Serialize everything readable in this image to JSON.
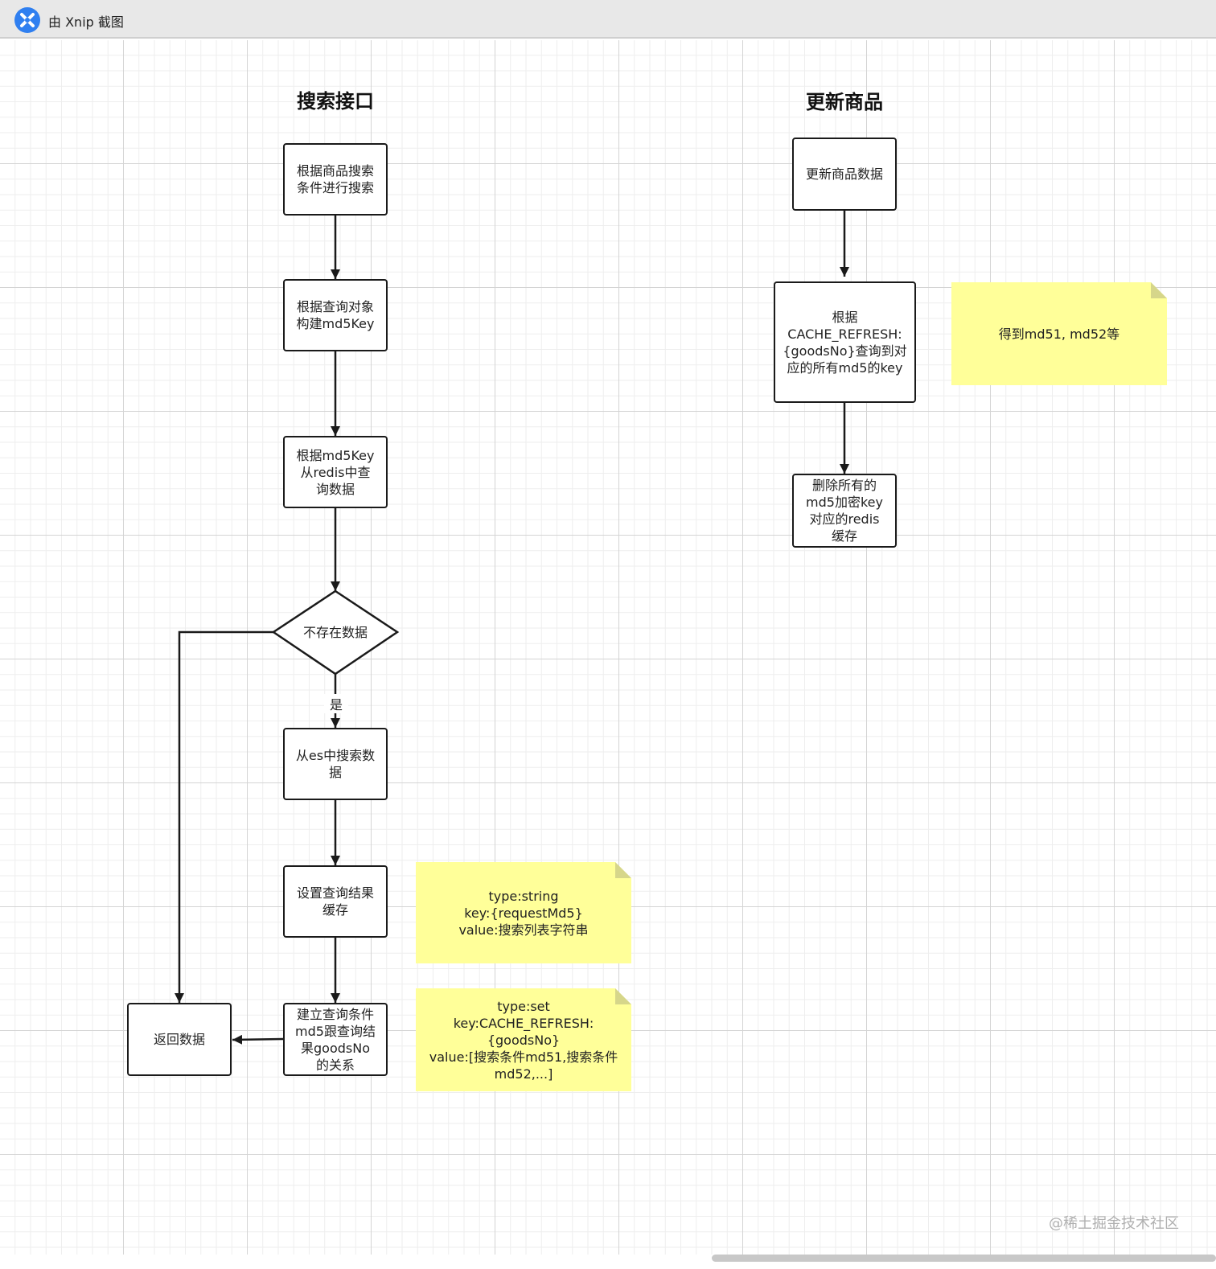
{
  "titlebar": {
    "app_name": "由 Xnip 截图"
  },
  "diagram": {
    "headings": {
      "search_api": "搜索接口",
      "update_goods": "更新商品"
    },
    "search_flow": {
      "step1": "根据商品搜索\n条件进行搜索",
      "step2": "根据查询对象\n构建md5Key",
      "step3": "根据md5Key\n从redis中查\n询数据",
      "decision": "不存在数据",
      "decision_yes": "是",
      "step4": "从es中搜索数\n据",
      "step5": "设置查询结果\n缓存",
      "step6": "建立查询条件\nmd5跟查询结\n果goodsNo\n的关系",
      "return": "返回数据"
    },
    "update_flow": {
      "step1": "更新商品数据",
      "step2": "根据\nCACHE_REFRESH:\n{goodsNo}查询到对\n应的所有md5的key",
      "step3": "删除所有的\nmd5加密key\n对应的redis\n缓存"
    },
    "notes": {
      "md5_list": "得到md51, md52等",
      "string_cache": "type:string\nkey:{requestMd5}\nvalue:搜索列表字符串",
      "set_cache": "type:set\nkey:CACHE_REFRESH:\n{goodsNo}\nvalue:[搜索条件md51,搜索条件\nmd52,...]"
    }
  },
  "watermark": "@稀土掘金技术社区",
  "colors": {
    "note_fill": "#ffff99",
    "note_fold": "#d6d68a",
    "stroke": "#1a1a1a",
    "titlebar_bg": "#e8e8e8",
    "icon_blue": "#2f7ff0"
  }
}
